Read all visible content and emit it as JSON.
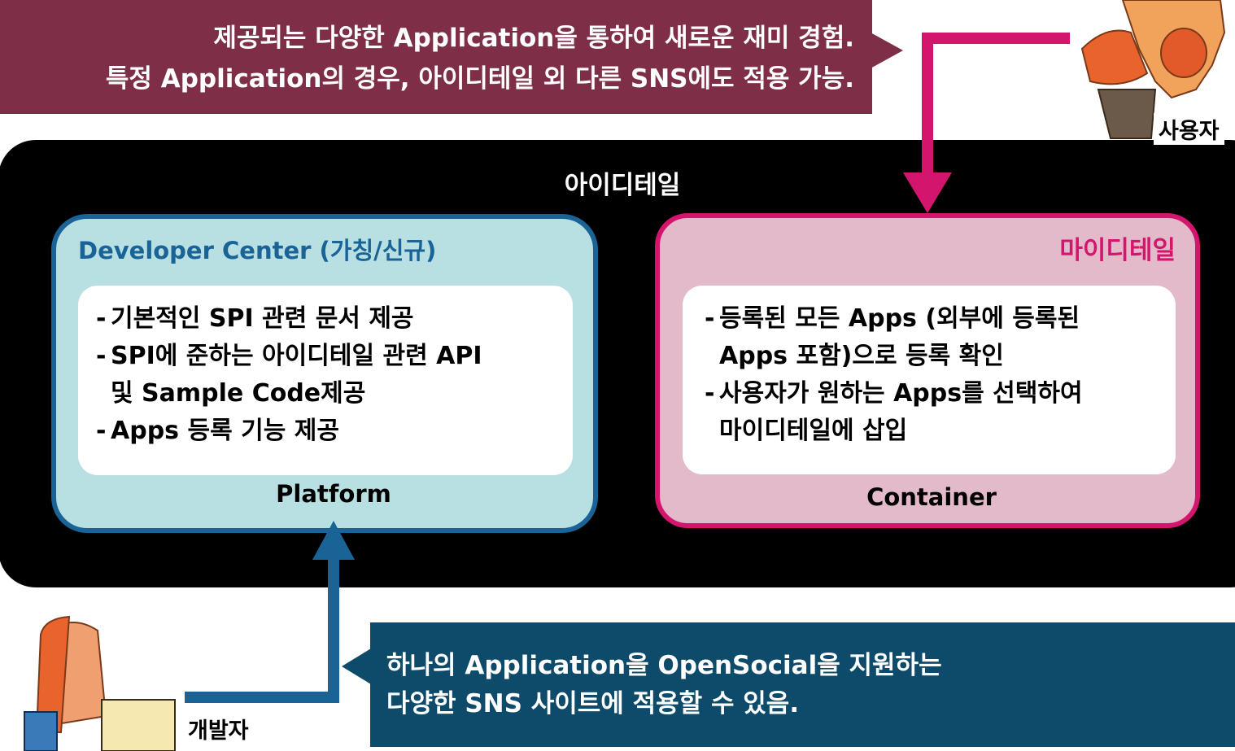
{
  "top_callout": {
    "line1": "제공되는 다양한 Application을 통하여 새로운 재미 경험.",
    "line2": "특정 Application의 경우, 아이디테일 외 다른 SNS에도 적용 가능."
  },
  "main_title": "아이디테일",
  "platform": {
    "title": "Developer Center (가칭/신규)",
    "items": [
      "기본적인 SPI 관련 문서 제공",
      "SPI에 준하는 아이디테일 관련 API",
      "및 Sample Code제공",
      "Apps 등록 기능 제공"
    ],
    "caption": "Platform"
  },
  "container": {
    "title": "마이디테일",
    "items": [
      "등록된 모든 Apps (외부에 등록된",
      "Apps 포함)으로 등록 확인",
      "사용자가 원하는 Apps를 선택하여",
      "마이디테일에 삽입"
    ],
    "caption": "Container"
  },
  "bottom_callout": {
    "line1": "하나의 Application을 OpenSocial을 지원하는",
    "line2": "다양한 SNS 사이트에 적용할 수 있음."
  },
  "user_label": "사용자",
  "developer_label": "개발자",
  "colors": {
    "maroon": "#7e2f47",
    "magenta": "#d3156e",
    "blue": "#1a6396",
    "teal_dark": "#0e4b6b",
    "light_teal": "#b8dfe2",
    "light_pink": "#e2bac9"
  },
  "icons": [
    "user-illustration",
    "developer-illustration"
  ]
}
